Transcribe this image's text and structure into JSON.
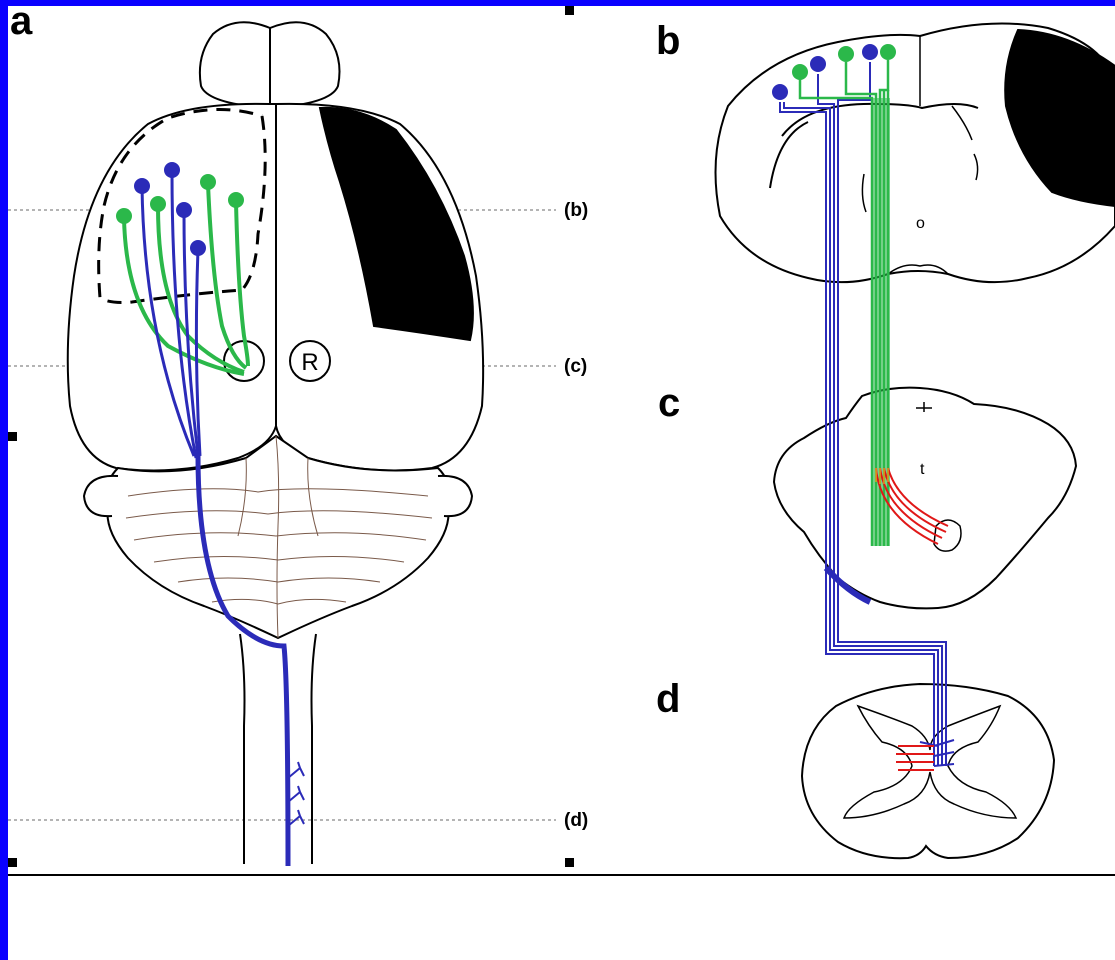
{
  "panels": {
    "a": {
      "letter": "a"
    },
    "b": {
      "letter": "b"
    },
    "c": {
      "letter": "c"
    },
    "d": {
      "letter": "d"
    }
  },
  "level_labels": {
    "b": "(b)",
    "c": "(c)",
    "d": "(d)"
  },
  "r_marker": "R",
  "section_marks": {
    "o": "o",
    "t": "t"
  },
  "colors": {
    "background_frame": "#0a00ff",
    "blue_tract": "#2b2bb8",
    "green_tract": "#2bb84a",
    "red_fibers": "#e01818",
    "lesion": "#000000",
    "outline": "#000000",
    "cerebellum_lines": "#7a5a4a"
  }
}
